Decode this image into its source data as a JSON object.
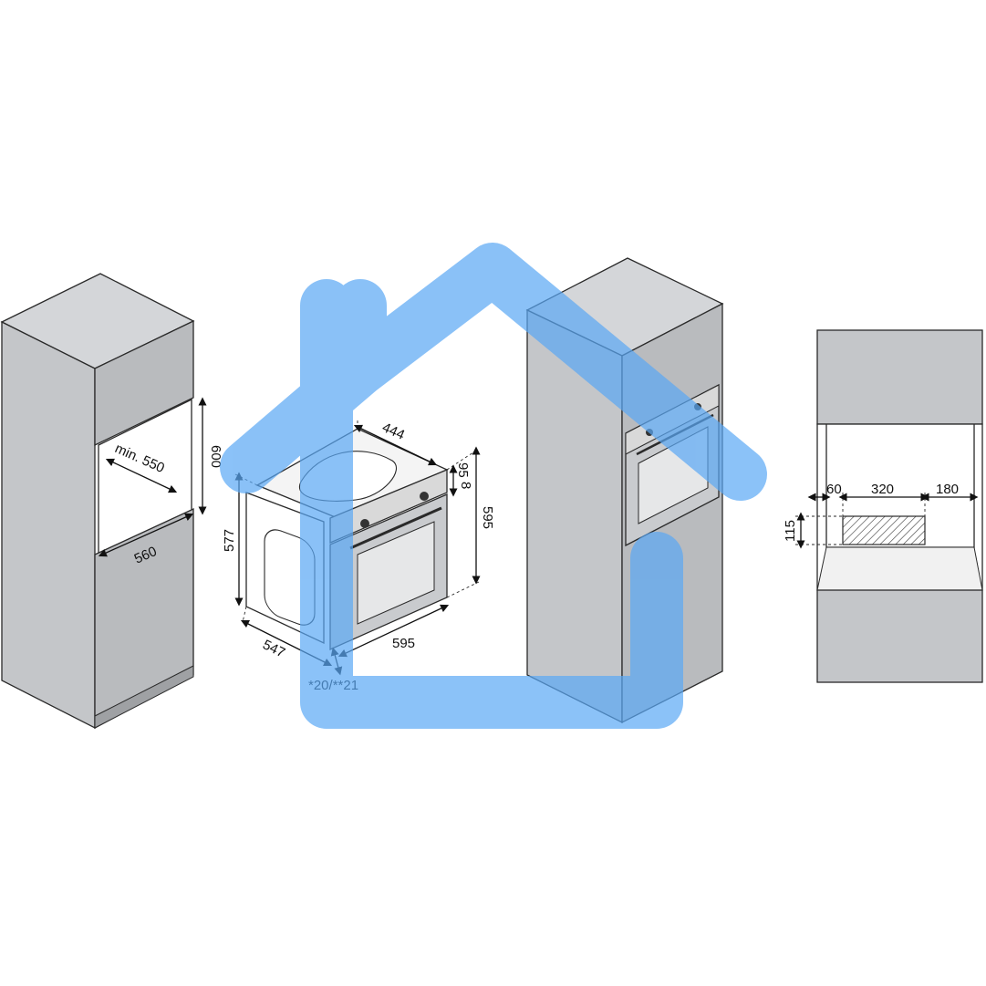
{
  "colors": {
    "cabinet_side": "#c9cbce",
    "cabinet_front": "#b9bbbe",
    "cabinet_edge": "#2a2a2a",
    "watermark": "#5aa8f5"
  },
  "icons": {
    "watermark": "house-icon"
  },
  "cabinet_left": {
    "depth_label": "min. 550",
    "height_label": "600",
    "width_label": "560"
  },
  "oven": {
    "width_label": "444",
    "panel_label": "8",
    "panel_height_label": "95",
    "height_label": "595",
    "side_height_label": "577",
    "depth_label": "547",
    "front_width_label": "595",
    "note_label": "*20/**21"
  },
  "cutout_front": {
    "left_label": "60",
    "center_label": "320",
    "right_label": "180",
    "height_label": "115"
  }
}
